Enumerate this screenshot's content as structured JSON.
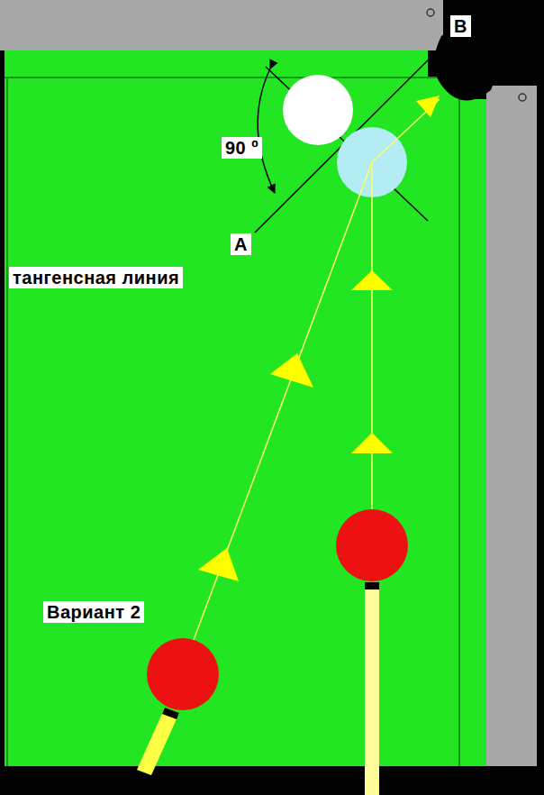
{
  "diagram": {
    "labels": [
      "B",
      "90 º",
      "A",
      "тангенсная линия",
      "Вариант 2"
    ]
  }
}
